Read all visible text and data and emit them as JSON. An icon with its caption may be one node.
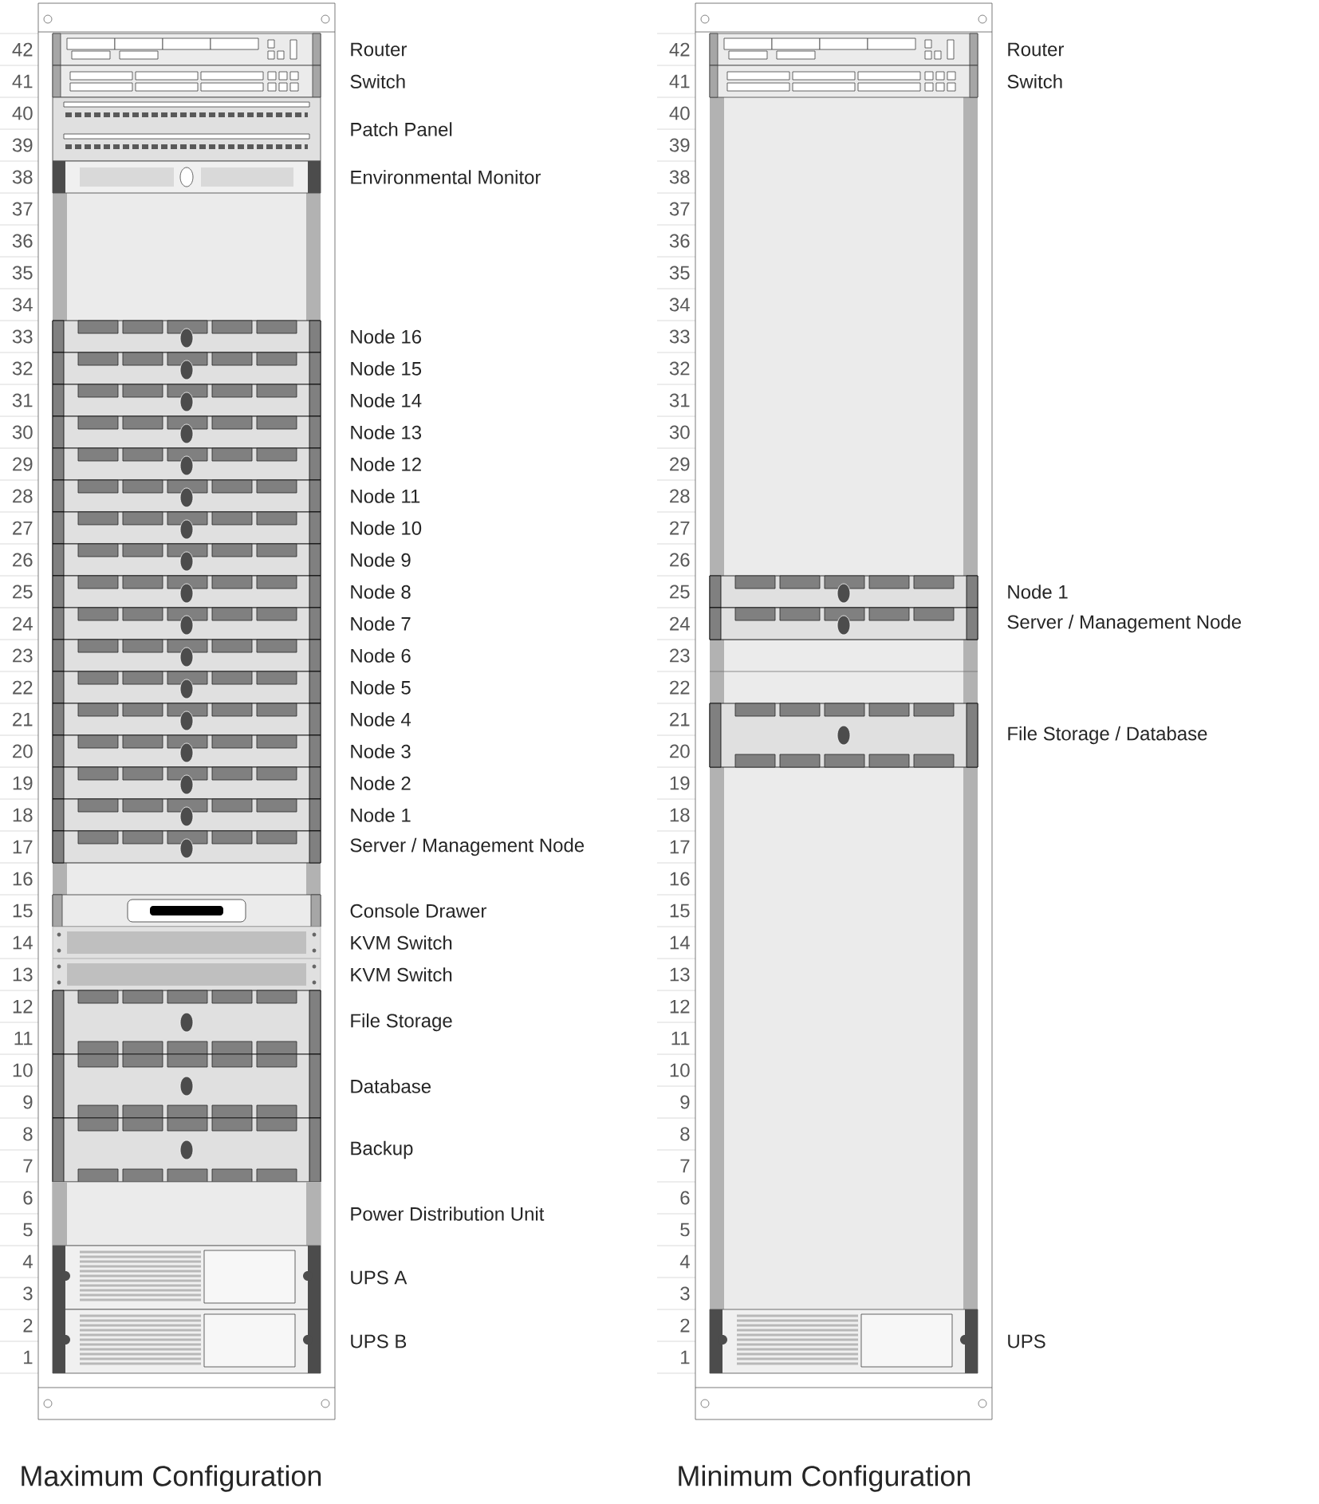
{
  "diagram": {
    "nodes": [
      {
        "text": [
          "Maximum Configuration"
        ]
      },
      {
        "text": [
          "Router"
        ],
        "in": 0
      },
      {
        "text": [
          "Switch"
        ],
        "in": 0
      },
      {
        "text": [
          "Patch Panel"
        ],
        "in": 0
      },
      {
        "text": [
          "Environmental Monitor"
        ],
        "in": 0
      },
      {
        "text": [
          "Node 16"
        ],
        "in": 0
      },
      {
        "text": [
          "Node 15"
        ],
        "in": 0
      },
      {
        "text": [
          "Node 14"
        ],
        "in": 0
      },
      {
        "text": [
          "Node 13"
        ],
        "in": 0
      },
      {
        "text": [
          "Node 12"
        ],
        "in": 0
      },
      {
        "text": [
          "Node 11"
        ],
        "in": 0
      },
      {
        "text": [
          "Node 10"
        ],
        "in": 0
      },
      {
        "text": [
          "Node 9"
        ],
        "in": 0
      },
      {
        "text": [
          "Node 8"
        ],
        "in": 0
      },
      {
        "text": [
          "Node 7"
        ],
        "in": 0
      },
      {
        "text": [
          "Node 6"
        ],
        "in": 0
      },
      {
        "text": [
          "Node 5"
        ],
        "in": 0
      },
      {
        "text": [
          "Node 4"
        ],
        "in": 0
      },
      {
        "text": [
          "Node 3"
        ],
        "in": 0
      },
      {
        "text": [
          "Node 2"
        ],
        "in": 0
      },
      {
        "text": [
          "Node 1"
        ],
        "in": 0
      },
      {
        "text": [
          "Server / Management Node"
        ],
        "in": 0
      },
      {
        "text": [
          "Console Drawer"
        ],
        "in": 0
      },
      {
        "text": [
          "KVM Switch"
        ],
        "in": 0
      },
      {
        "text": [
          "KVM Switch"
        ],
        "in": 0
      },
      {
        "text": [
          "File Storage"
        ],
        "in": 0
      },
      {
        "text": [
          "Database"
        ],
        "in": 0
      },
      {
        "text": [
          "Backup"
        ],
        "in": 0
      },
      {
        "text": [
          "Power Distribution Unit"
        ],
        "in": 0
      },
      {
        "text": [
          "UPS A"
        ],
        "in": 0
      },
      {
        "text": [
          "UPS B"
        ],
        "in": 0
      },
      {
        "text": [
          "Minimum Configuration"
        ]
      },
      {
        "text": [
          "Router"
        ],
        "in": 31
      },
      {
        "text": [
          "Switch"
        ],
        "in": 31
      },
      {
        "text": [
          "Node 1"
        ],
        "in": 31
      },
      {
        "text": [
          "Server / Management Node"
        ],
        "in": 31
      },
      {
        "text": [
          "File Storage / Database"
        ],
        "in": 31
      },
      {
        "text": [
          "UPS"
        ],
        "in": 31
      }
    ],
    "labels": [
      "42",
      "41",
      "40",
      "39",
      "38",
      "37",
      "36",
      "35",
      "34",
      "33",
      "32",
      "31",
      "30",
      "29",
      "28",
      "27",
      "26",
      "25",
      "24",
      "23",
      "22",
      "21",
      "20",
      "19",
      "18",
      "17",
      "16",
      "15",
      "14",
      "13",
      "12",
      "11",
      "10",
      "9",
      "8",
      "7",
      "6",
      "5",
      "4",
      "3",
      "2",
      "1",
      "42",
      "41",
      "40",
      "39",
      "38",
      "37",
      "36",
      "35",
      "34",
      "33",
      "32",
      "31",
      "30",
      "29",
      "28",
      "27",
      "26",
      "25",
      "24",
      "23",
      "22",
      "21",
      "20",
      "19",
      "18",
      "17",
      "16",
      "15",
      "14",
      "13",
      "12",
      "11",
      "10",
      "9",
      "8",
      "7",
      "6",
      "5",
      "4",
      "3",
      "2",
      "1"
    ]
  }
}
